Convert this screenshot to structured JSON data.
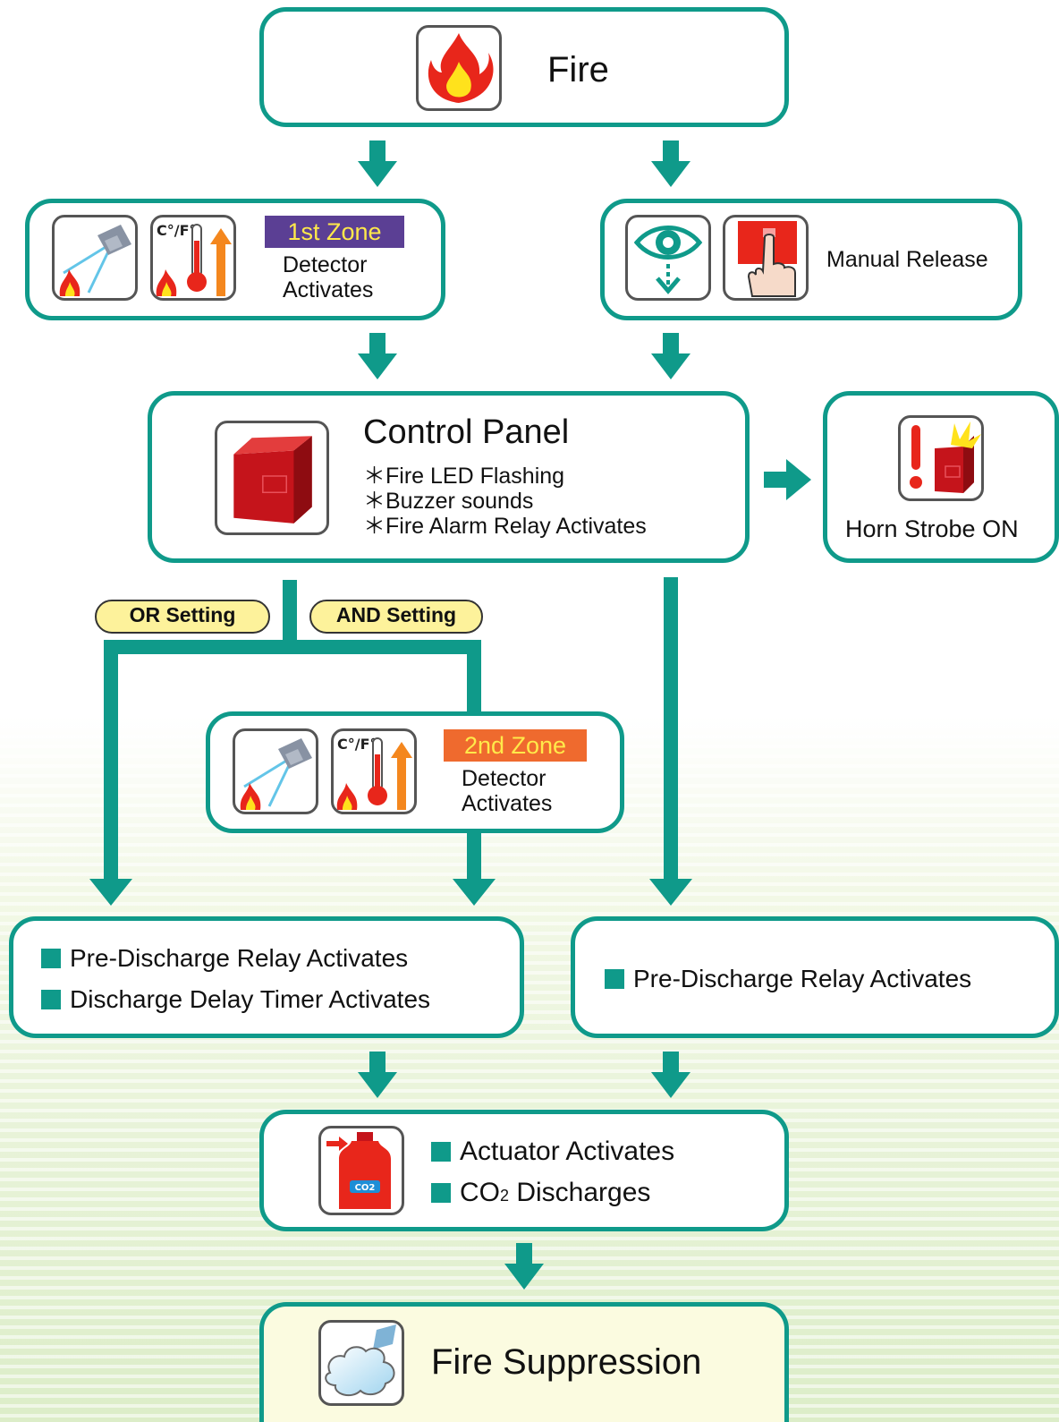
{
  "colors": {
    "teal": "#0f9a8a",
    "zone1": "#5b3f94",
    "zone2": "#ef6a2e",
    "zone_text": "#ffe94a",
    "pill": "#fdf29b",
    "final_box": "#fbfbe0"
  },
  "fire": {
    "label": "Fire",
    "icon": "fire-icon"
  },
  "zone1": {
    "badge": "1st Zone",
    "line1": "Detector",
    "line2": "Activates",
    "icons": [
      "smoke-detector-icon",
      "heat-detector-icon"
    ]
  },
  "manual": {
    "label": "Manual Release",
    "icons": [
      "eye-icon",
      "push-button-icon"
    ]
  },
  "control_panel": {
    "title": "Control Panel",
    "items": [
      "＊Fire LED Flashing",
      "＊Buzzer sounds",
      "＊Fire Alarm Relay Activates"
    ],
    "icon": "control-panel-icon"
  },
  "horn": {
    "label": "Horn Strobe ON",
    "icon": "horn-strobe-icon"
  },
  "settings": {
    "or_label": "OR Setting",
    "and_label": "AND Setting"
  },
  "zone2": {
    "badge": "2nd Zone",
    "line1": "Detector",
    "line2": "Activates",
    "icons": [
      "smoke-detector-icon",
      "heat-detector-icon"
    ]
  },
  "pre_left": {
    "items": [
      "Pre-Discharge Relay Activates",
      "Discharge Delay Timer Activates"
    ]
  },
  "pre_right": {
    "items": [
      "Pre-Discharge Relay Activates"
    ]
  },
  "actuator": {
    "line1": "Actuator Activates",
    "line2_pre": "CO",
    "line2_sub": "2",
    "line2_post": " Discharges",
    "icon": "co2-cylinder-icon",
    "icon_text": "CO2"
  },
  "suppression": {
    "label": "Fire Suppression",
    "icon": "gas-cloud-icon"
  }
}
